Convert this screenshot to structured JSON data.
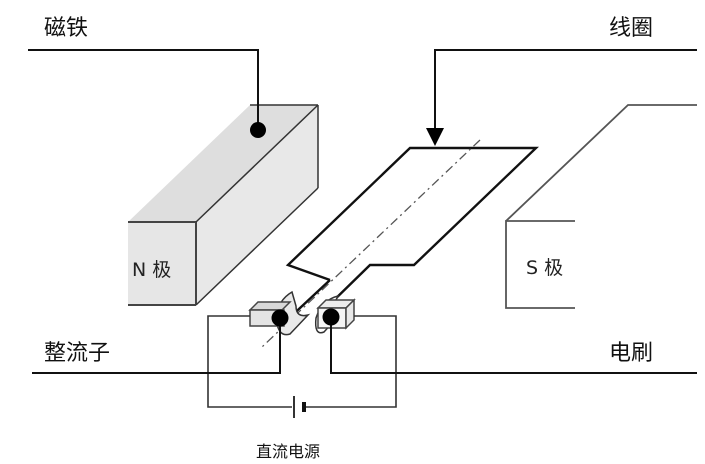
{
  "diagram": {
    "title": "直流电动机结构示意图",
    "labels": {
      "magnet": "磁铁",
      "coil": "线圈",
      "commutator": "整流子",
      "brush": "电刷",
      "dc_source": "直流电源",
      "north_pole": "N 极",
      "south_pole": "S 极"
    },
    "colors": {
      "magnet_fill": "#e6e6e6",
      "magnet_top": "#dcdcdc",
      "stroke": "#111111",
      "outline_gray": "#555555",
      "background": "#ffffff"
    }
  }
}
